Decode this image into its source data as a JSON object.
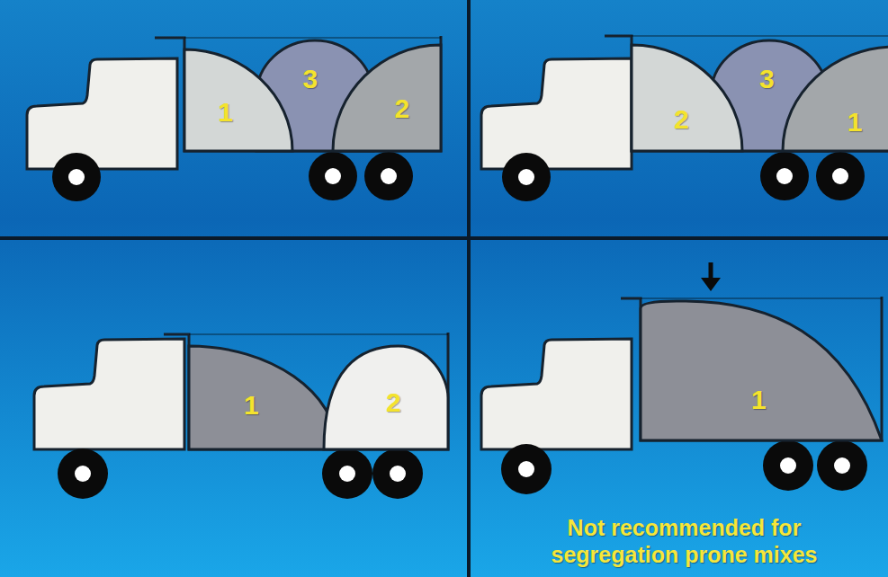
{
  "diagram": {
    "nodes": [
      {
        "text": [
          "1"
        ]
      },
      {
        "text": [
          "3"
        ]
      },
      {
        "text": [
          "2"
        ]
      },
      {
        "text": [
          "2"
        ]
      },
      {
        "text": [
          "3"
        ]
      },
      {
        "text": [
          "1"
        ]
      },
      {
        "text": [
          "1"
        ]
      },
      {
        "text": [
          "2"
        ]
      },
      {
        "text": [
          "1"
        ]
      }
    ],
    "labels": [
      "Not recommended for segregation prone mixes"
    ]
  }
}
